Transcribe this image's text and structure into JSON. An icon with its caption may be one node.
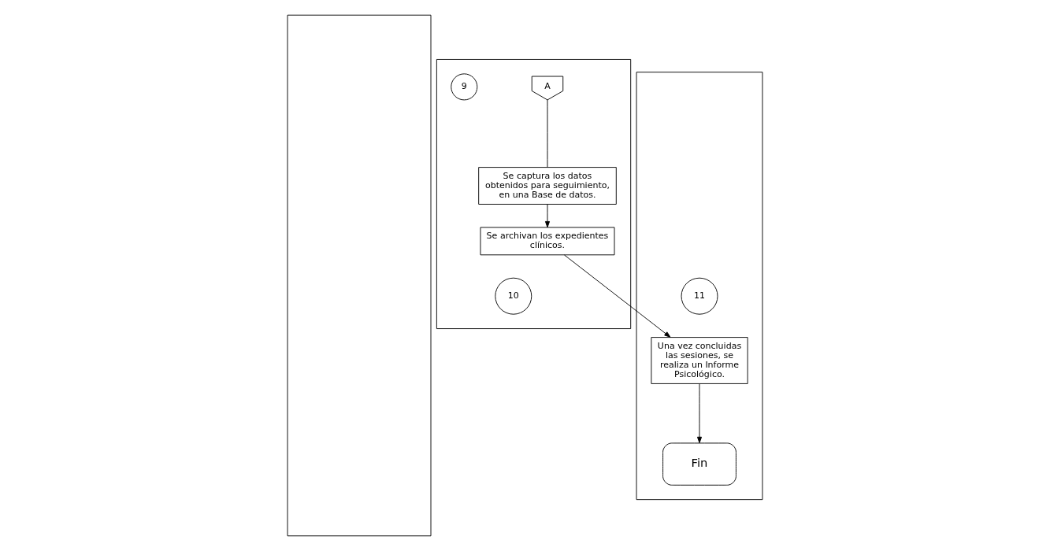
{
  "diagram": {
    "nodes": [
      {
        "text": [],
        "shape": "box"
      },
      {
        "text": [],
        "shape": "box"
      },
      {
        "text": [],
        "shape": "box"
      },
      {
        "text": [
          "9"
        ],
        "in": 1
      },
      {
        "text": [
          "A"
        ],
        "in": 1
      },
      {
        "text": [
          "Se captura los datos obtenidos para seguimiento, en una Base de datos."
        ],
        "in": 1
      },
      {
        "text": [
          "Se archivan los expedientes clínicos."
        ],
        "in": 1
      },
      {
        "text": [
          "10"
        ],
        "in": 1
      },
      {
        "text": [
          "11"
        ],
        "in": 2
      },
      {
        "text": [
          "Una vez concluidas las sesiones, se realiza un Informe Psicológico."
        ],
        "in": 2
      },
      {
        "text": [
          "Fin"
        ],
        "in": 2
      }
    ],
    "edges": [
      {
        "from": 4,
        "to": 5,
        "arrow": "none"
      },
      {
        "from": 5,
        "to": 6,
        "arrow": "to"
      },
      {
        "from": 6,
        "to": 9,
        "arrow": "to"
      },
      {
        "from": 9,
        "to": 10,
        "arrow": "to"
      }
    ]
  }
}
